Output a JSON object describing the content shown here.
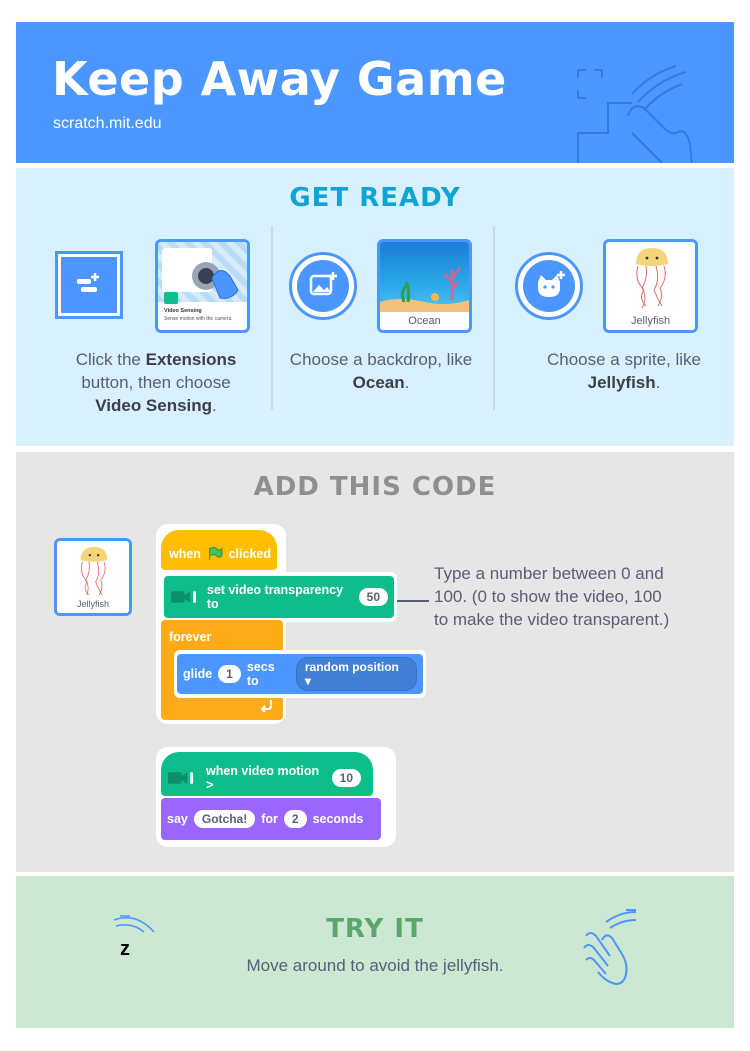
{
  "header": {
    "title": "Keep Away Game",
    "url": "scratch.mit.edu"
  },
  "colors": {
    "header": "#4c97ff",
    "ready": "#d9f0ff",
    "code": "#e6e6e6",
    "try": "#cce8d2",
    "events": "#ffbf00",
    "control": "#ffab19",
    "motion": "#4c97ff",
    "video": "#0fbd8c",
    "looks": "#9966ff"
  },
  "get_ready": {
    "title": "GET READY",
    "steps": [
      {
        "text_pre": "Click the ",
        "bold1": "Extensions",
        "text_mid": " button, then choose ",
        "bold2": "Video Sensing",
        "text_post": ".",
        "card_title": "Video Sensing",
        "card_sub": "Sense motion with the camera."
      },
      {
        "text_pre": "Choose a backdrop, like ",
        "bold1": "Ocean",
        "text_post": ".",
        "caption": "Ocean"
      },
      {
        "text_pre": "Choose a sprite, like ",
        "bold1": "Jellyfish",
        "text_post": ".",
        "caption": "Jellyfish"
      }
    ]
  },
  "add_code": {
    "title": "ADD THIS CODE",
    "sprite_caption": "Jellyfish",
    "script1": {
      "hat": {
        "when": "when",
        "clicked": "clicked"
      },
      "transparency": {
        "label": "set video transparency to",
        "value": "50"
      },
      "forever": "forever",
      "glide": {
        "label": "glide",
        "secs": "1",
        "secs_to": "secs to",
        "target": "random position"
      }
    },
    "script2": {
      "hat": {
        "label": "when video motion >",
        "value": "10"
      },
      "say": {
        "label": "say",
        "message": "Gotcha!",
        "for": "for",
        "seconds_value": "2",
        "seconds": "seconds"
      }
    },
    "note": "Type a number between 0 and 100. (0 to show the video, 100 to make the video transparent.)"
  },
  "try_it": {
    "title": "TRY IT",
    "text": "Move around to avoid the jellyfish.",
    "z_label": "z"
  }
}
